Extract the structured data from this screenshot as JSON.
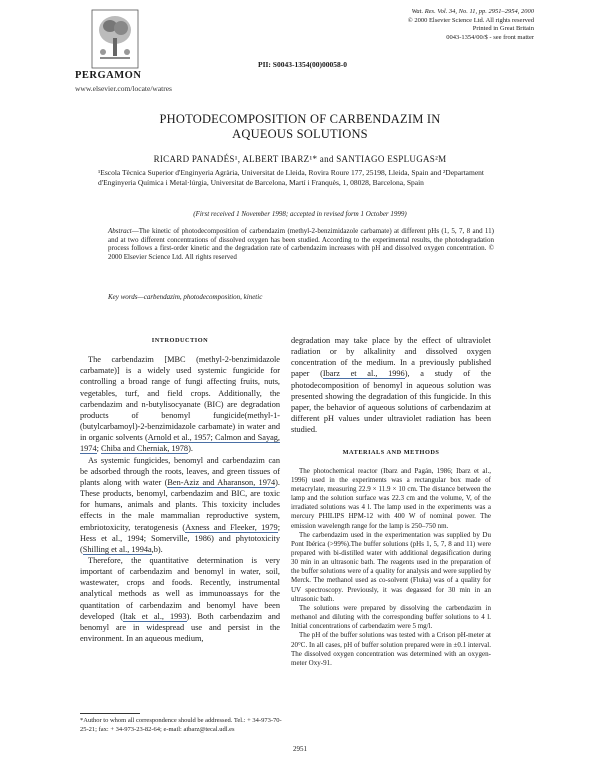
{
  "header": {
    "publisher": "PERGAMON",
    "url": "www.elsevier.com/locate/watres",
    "pii": "PII: S0043-1354(00)00058-0",
    "journal_line1": "Wat. Res. Vol. 34, No. 11, pp. 2951–2954, 2000",
    "journal_line2": "© 2000 Elsevier Science Ltd. All rights reserved",
    "journal_line3": "Printed in Great Britain",
    "journal_line4a": "0043-1354/00/$ -",
    "journal_line4b": "see front matter"
  },
  "title_line1": "PHOTODECOMPOSITION OF CARBENDAZIM IN",
  "title_line2": "AQUEOUS SOLUTIONS",
  "authors": "RICARD PANADÉS¹, ALBERT IBARZ¹* and SANTIAGO ESPLUGAS²M",
  "affiliation": "¹Escola Tècnica Superior d'Enginyeria Agrària, Universitat de Lleida, Rovira Roure 177, 25198, Lleida, Spain and ²Departament d'Enginyeria Química i Metal·lúrgia, Universitat de Barcelona, Martí i Franquès, 1, 08028, Barcelona, Spain",
  "received": "(First received 1 November 1998; accepted in revised form 1 October 1999)",
  "abstract": {
    "label": "Abstract",
    "text": "—The kinetic of photodecomposition of carbendazim (methyl-2-benzimidazole carbamate) at different pHs (1, 5, 7, 8 and 11) and at two different concentrations of dissolved oxygen has been studied. According to the experimental results, the photodegradation process follows a first-order kinetic and the degradation rate of carbendazim increases with pH and dissolved oxygen concentration. © 2000 Elsevier Science Ltd. All rights reserved"
  },
  "keywords": "Key words—carbendazim, photodecomposition, kinetic",
  "intro": {
    "heading": "INTRODUCTION",
    "p1_a": "The carbendazim [MBC (methyl-2-benzimidazole carbamate)] is a widely used systemic fungicide for controlling a broad range of fungi affecting fruits, nuts, vegetables, turf, and field crops. Additionally, the carbendazim and n-butylisocyanate (BIC) are degradation products of benomyl fungicide(methyl-1-(butylcarbamoyl)-2-benzimidazole carbamate) in water and in organic solvents (",
    "p1_ref1": "Arnold et al., 1957; Calmon and Sayag, 1974",
    "p1_b": "; ",
    "p1_ref2": "Chiba and Cherniak, 1978",
    "p1_c": ").",
    "p2_a": "As systemic fungicides, benomyl and carbendazim can be adsorbed through the roots, leaves, and green tissues of plants along with water (",
    "p2_ref1": "Ben-Aziz and Aharanson, 1974",
    "p2_b": "). These products, benomyl, carbendazim and BIC, are toxic for humans, animals and plants. This toxicity includes effects in the male mammalian reproductive system, embriotoxicity, teratogenesis (",
    "p2_ref2": "Axness and Fleeker, 1979",
    "p2_c": "; Hess et al., 1994; Somerville, 1986) and phytotoxicity (",
    "p2_ref3": "Shilling et al., 1994a",
    "p2_d": ",b).",
    "p3_a": "Therefore, the quantitative determination is very important of carbendazim and benomyl in water, soil, wastewater, crops and foods. Recently, instrumental analytical methods as well as immunoassays for the quantitation of carbendazim and benomyl have been developed (",
    "p3_ref1": "Itak et al., 1993",
    "p3_b": "). Both carbendazim and benomyl are in widespread use and persist in the environment. In an aqueous medium,",
    "r1_a": "degradation may take place by the effect of ultraviolet radiation or by alkalinity and dissolved oxygen concentration of the medium. In a previously published paper (",
    "r1_ref1": "Ibarz et al., 1996",
    "r1_b": "), a study of the photodecomposition of benomyl in aqueous solution was presented showing the degradation of this fungicide. In this paper, the behavior of aqueous solutions of carbendazim at different pH values under ultraviolet radiation has been studied."
  },
  "methods": {
    "heading": "MATERIALS AND METHODS",
    "m1": "The photochemical reactor (Ibarz and Pagán, 1986; Ibarz et al., 1996) used in the experiments was a rectangular box made of metacrylate, measuring 22.9 × 11.9 × 10 cm. The distance between the lamp and the solution surface was 22.3 cm and the volume, V, of the irradiated solutions was 4 l. The lamp used in the experiments was a mercury PHILIPS HPM-12 with 400 W of nominal power. The emission wavelength range for the lamp is 250–750 nm.",
    "m2": "The carbendazim used in the experimentation was supplied by Du Pont Ibérica (>99%).The buffer solutions (pHs 1, 5, 7, 8 and 11) were prepared with bi-distilled water with additional degasification during 30 min in an ultrasonic bath. The reagents used in the preparation of the buffer solutions were of a quality for analysis and were supplied by Merck. The methanol used as co-solvent (Fluka) was of a quality for UV spectroscopy. Previously, it was degassed for 30 min in an ultrasonic bath.",
    "m3": "The solutions were prepared by dissolving the carbendazim in methanol and diluting with the corresponding buffer solutions to 4 l. Initial concentrations of carbendazim were 5 mg/l.",
    "m4": "The pH of the buffer solutions was tested with a Crison pH-meter at 20°C. In all cases, pH of buffer solution prepared were in ±0.1 interval. The dissolved oxygen concentration was determined with an oxygen-meter Oxy-91."
  },
  "footnote": "*Author to whom all correspondence should be addressed. Tel.: + 34-973-70-25-21; fax: + 34-973-23-82-64; e-mail: aibarz@tecal.udl.es",
  "page_number": "2951",
  "icons": {
    "logo": "elsevier-tree-logo"
  }
}
